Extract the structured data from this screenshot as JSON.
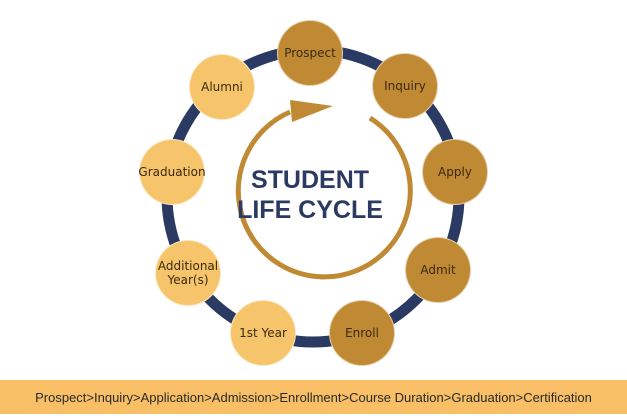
{
  "diagram": {
    "title_line1": "STUDENT",
    "title_line2": "LIFE CYCLE",
    "colors": {
      "ring": "#2b3a63",
      "arrow": "#c08a35",
      "dark_node": "#c08a35",
      "light_node": "#f6c46a",
      "title": "#2b3a63"
    },
    "nodes": [
      {
        "label": "Prospect",
        "style": "dark"
      },
      {
        "label": "Inquiry",
        "style": "dark"
      },
      {
        "label": "Apply",
        "style": "dark"
      },
      {
        "label": "Admit",
        "style": "dark"
      },
      {
        "label": "Enroll",
        "style": "dark"
      },
      {
        "label": "1st Year",
        "style": "light"
      },
      {
        "label": "Additional Year(s)",
        "line1": "Additional",
        "line2": "Year(s)",
        "style": "light"
      },
      {
        "label": "Graduation",
        "style": "light"
      },
      {
        "label": "Alumni",
        "style": "light"
      }
    ]
  },
  "footer": {
    "text": "Prospect>Inquiry>Application>Admission>Enrollment>Course Duration>Graduation>Certification"
  }
}
